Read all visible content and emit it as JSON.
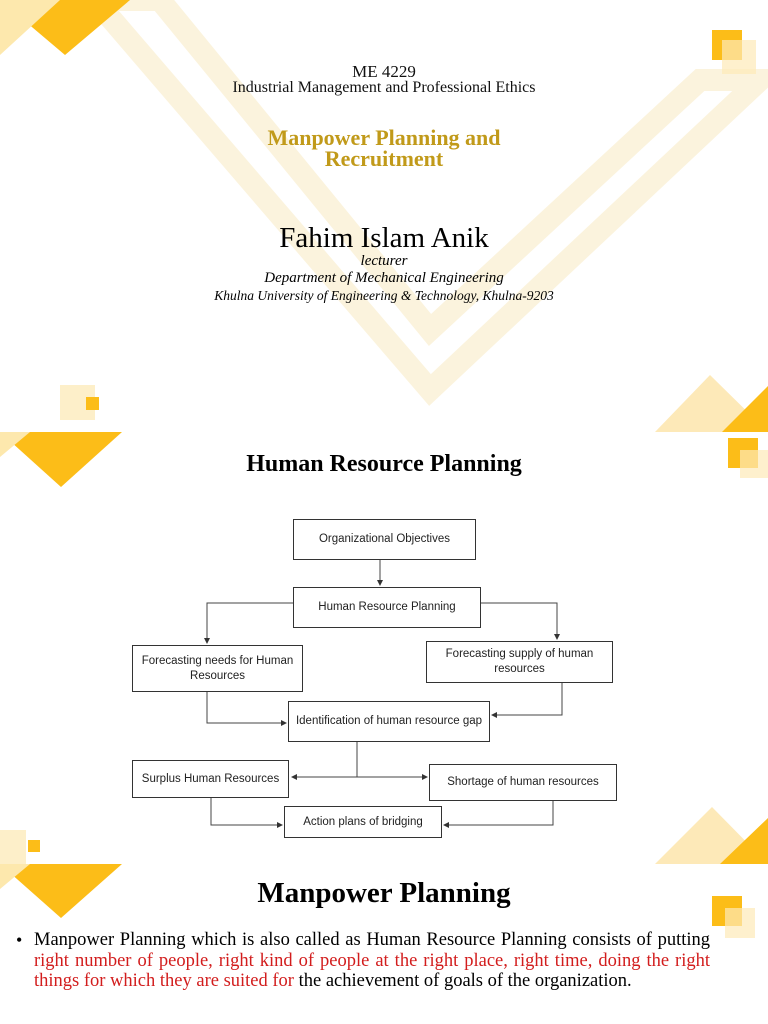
{
  "slide1": {
    "course_code": "ME 4229",
    "course_name": "Industrial Management and Professional Ethics",
    "topic_line1": "Manpower Planning and",
    "topic_line2": "Recruitment",
    "author": "Fahim Islam Anik",
    "role": "lecturer",
    "department": "Department of Mechanical Engineering",
    "university": "Khulna University of Engineering & Technology, Khulna-9203"
  },
  "slide2": {
    "title": "Human Resource Planning",
    "diagram": {
      "org_objectives": "Organizational  Objectives",
      "hrp": "Human Resource Planning",
      "forecast_needs": "Forecasting needs for Human Resources",
      "forecast_supply": "Forecasting supply of human resources",
      "gap": "Identification of human resource gap",
      "surplus": "Surplus Human Resources",
      "shortage": "Shortage of human resources",
      "action": "Action plans of bridging"
    }
  },
  "slide3": {
    "title": "Manpower Planning",
    "bullet_part1": "Manpower Planning which is also called as Human Resource Planning consists of putting ",
    "bullet_red": "right number of people, right kind of people at the right place, right time, doing the right things for which they are suited for",
    "bullet_part2": " the achievement of goals of the organization."
  },
  "colors": {
    "accent_yellow": "#fcbd18",
    "pale_yellow": "#fdf2d2",
    "gold_text": "#c19a1a",
    "highlight_red": "#d21d1d"
  }
}
